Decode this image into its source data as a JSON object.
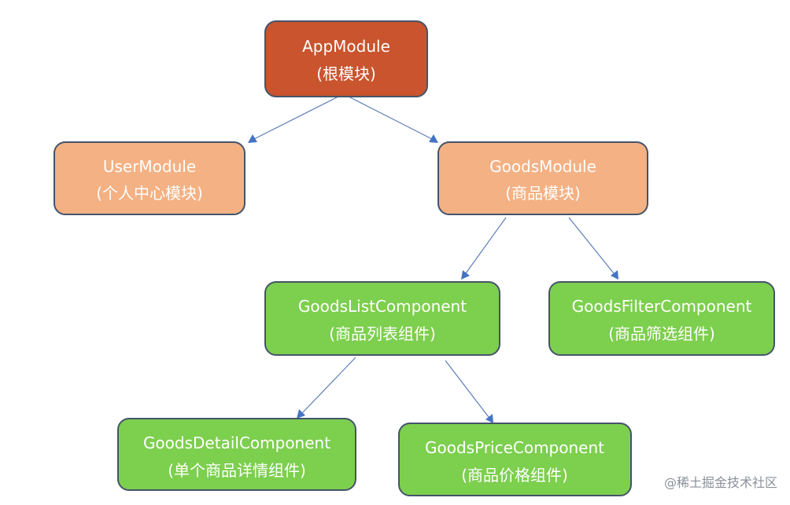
{
  "colors": {
    "root": "#c9542e",
    "module": "#f4b183",
    "component": "#7dcf4e",
    "node_border": "#44546a",
    "edge": "#5b7db8",
    "arrow": "#4472c4",
    "text": "#ffffff"
  },
  "nodes": {
    "app": {
      "title": "AppModule",
      "subtitle": "(根模块)"
    },
    "user": {
      "title": "UserModule",
      "subtitle": "(个人中心模块)"
    },
    "goods": {
      "title": "GoodsModule",
      "subtitle": "(商品模块)"
    },
    "goods_list": {
      "title": "GoodsListComponent",
      "subtitle": "(商品列表组件)"
    },
    "goods_filter": {
      "title": "GoodsFilterComponent",
      "subtitle": "(商品筛选组件)"
    },
    "goods_detail": {
      "title": "GoodsDetailComponent",
      "subtitle": "(单个商品详情组件)"
    },
    "goods_price": {
      "title": "GoodsPriceComponent",
      "subtitle": "(商品价格组件)"
    }
  },
  "edges": [
    {
      "from": "app",
      "to": "user"
    },
    {
      "from": "app",
      "to": "goods"
    },
    {
      "from": "goods",
      "to": "goods_list"
    },
    {
      "from": "goods",
      "to": "goods_filter"
    },
    {
      "from": "goods_list",
      "to": "goods_detail"
    },
    {
      "from": "goods_list",
      "to": "goods_price"
    }
  ],
  "watermark": "@稀土掘金技术社区"
}
